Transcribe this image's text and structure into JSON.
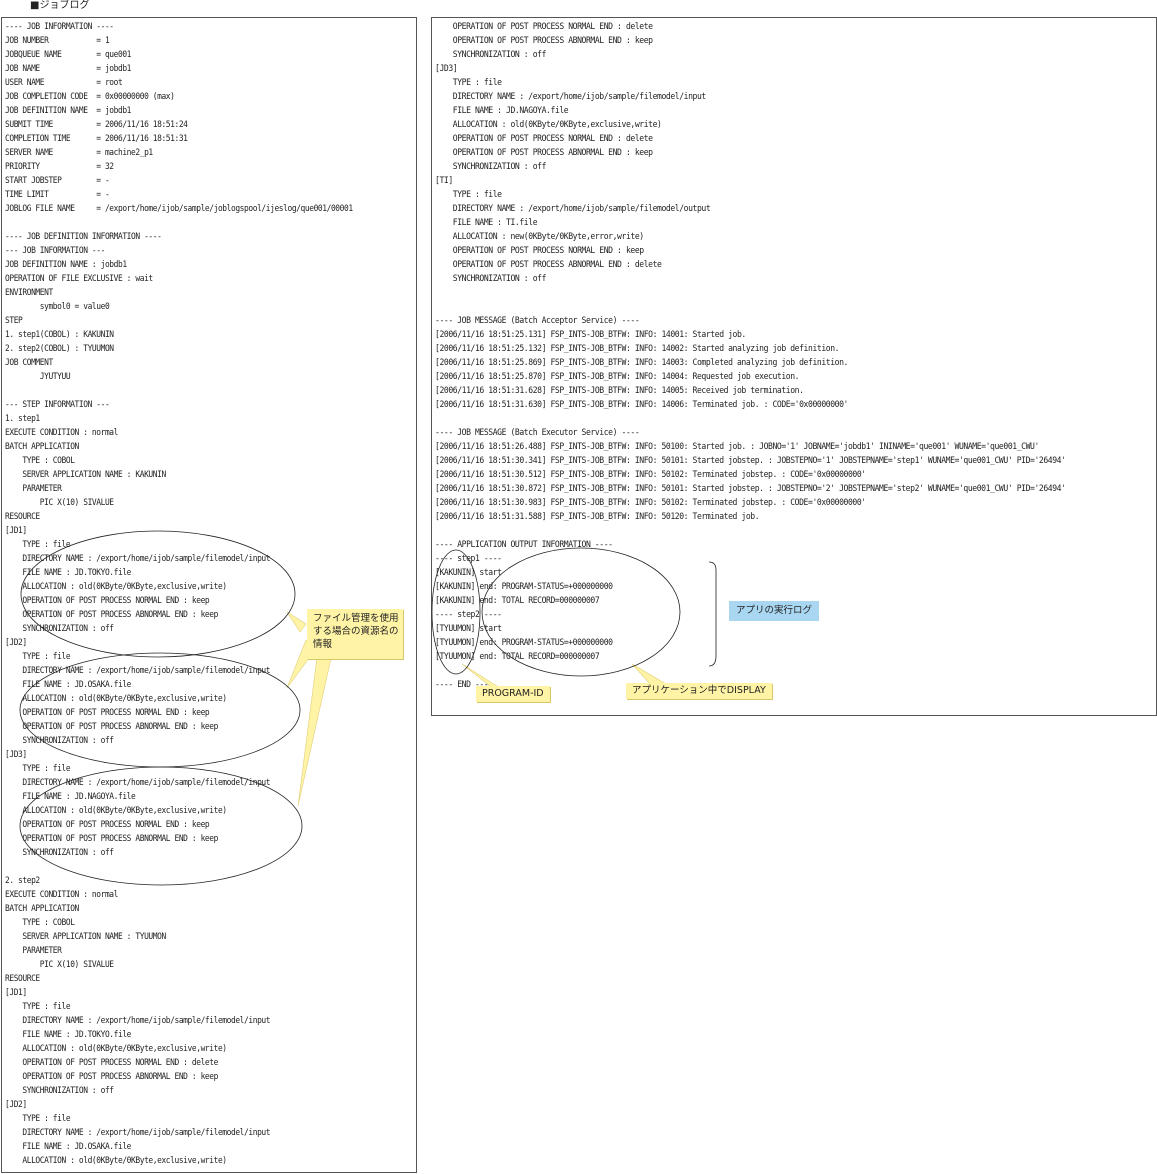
{
  "page_title": "■ジョブログ",
  "left_log": [
    "---- JOB INFORMATION ----",
    "JOB NUMBER           = 1",
    "JOBQUEUE NAME        = que001",
    "JOB NAME             = jobdb1",
    "USER NAME            = root",
    "JOB COMPLETION CODE  = 0x00000000 (max)",
    "JOB DEFINITION NAME  = jobdb1",
    "SUBMIT TIME          = 2006/11/16 18:51:24",
    "COMPLETION TIME      = 2006/11/16 18:51:31",
    "SERVER NAME          = machine2_p1",
    "PRIORITY             = 32",
    "START JOBSTEP        = -",
    "TIME LIMIT           = -",
    "JOBLOG FILE NAME     = /export/home/ijob/sample/joblogspool/ijeslog/que001/00001",
    "",
    "---- JOB DEFINITION INFORMATION ----",
    "--- JOB INFORMATION ---",
    "JOB DEFINITION NAME : jobdb1",
    "OPERATION OF FILE EXCLUSIVE : wait",
    "ENVIRONMENT",
    "        symbol0 = value0",
    "STEP",
    "1. step1(COBOL) : KAKUNIN",
    "2. step2(COBOL) : TYUUMON",
    "JOB COMMENT",
    "        JYUTYUU",
    "",
    "--- STEP INFORMATION ---",
    "1. step1",
    "EXECUTE CONDITION : normal",
    "BATCH APPLICATION",
    "    TYPE : COBOL",
    "    SERVER APPLICATION NAME : KAKUNIN",
    "    PARAMETER",
    "        PIC X(10) SIVALUE",
    "RESOURCE",
    "[JD1]",
    "    TYPE : file",
    "    DIRECTORY NAME : /export/home/ijob/sample/filemodel/input",
    "    FILE NAME : JD.TOKYO.file",
    "    ALLOCATION : old(0KByte/0KByte,exclusive,write)",
    "    OPERATION OF POST PROCESS NORMAL END : keep",
    "    OPERATION OF POST PROCESS ABNORMAL END : keep",
    "    SYNCHRONIZATION : off",
    "[JD2]",
    "    TYPE : file",
    "    DIRECTORY NAME : /export/home/ijob/sample/filemodel/input",
    "    FILE NAME : JD.OSAKA.file",
    "    ALLOCATION : old(0KByte/0KByte,exclusive,write)",
    "    OPERATION OF POST PROCESS NORMAL END : keep",
    "    OPERATION OF POST PROCESS ABNORMAL END : keep",
    "    SYNCHRONIZATION : off",
    "[JD3]",
    "    TYPE : file",
    "    DIRECTORY NAME : /export/home/ijob/sample/filemodel/input",
    "    FILE NAME : JD.NAGOYA.file",
    "    ALLOCATION : old(0KByte/0KByte,exclusive,write)",
    "    OPERATION OF POST PROCESS NORMAL END : keep",
    "    OPERATION OF POST PROCESS ABNORMAL END : keep",
    "    SYNCHRONIZATION : off",
    "",
    "2. step2",
    "EXECUTE CONDITION : normal",
    "BATCH APPLICATION",
    "    TYPE : COBOL",
    "    SERVER APPLICATION NAME : TYUUMON",
    "    PARAMETER",
    "        PIC X(10) SIVALUE",
    "RESOURCE",
    "[JD1]",
    "    TYPE : file",
    "    DIRECTORY NAME : /export/home/ijob/sample/filemodel/input",
    "    FILE NAME : JD.TOKYO.file",
    "    ALLOCATION : old(0KByte/0KByte,exclusive,write)",
    "    OPERATION OF POST PROCESS NORMAL END : delete",
    "    OPERATION OF POST PROCESS ABNORMAL END : keep",
    "    SYNCHRONIZATION : off",
    "[JD2]",
    "    TYPE : file",
    "    DIRECTORY NAME : /export/home/ijob/sample/filemodel/input",
    "    FILE NAME : JD.OSAKA.file",
    "    ALLOCATION : old(0KByte/0KByte,exclusive,write)"
  ],
  "right_log": [
    "    OPERATION OF POST PROCESS NORMAL END : delete",
    "    OPERATION OF POST PROCESS ABNORMAL END : keep",
    "    SYNCHRONIZATION : off",
    "[JD3]",
    "    TYPE : file",
    "    DIRECTORY NAME : /export/home/ijob/sample/filemodel/input",
    "    FILE NAME : JD.NAGOYA.file",
    "    ALLOCATION : old(0KByte/0KByte,exclusive,write)",
    "    OPERATION OF POST PROCESS NORMAL END : delete",
    "    OPERATION OF POST PROCESS ABNORMAL END : keep",
    "    SYNCHRONIZATION : off",
    "[TI]",
    "    TYPE : file",
    "    DIRECTORY NAME : /export/home/ijob/sample/filemodel/output",
    "    FILE NAME : TI.file",
    "    ALLOCATION : new(0KByte/0KByte,error,write)",
    "    OPERATION OF POST PROCESS NORMAL END : keep",
    "    OPERATION OF POST PROCESS ABNORMAL END : delete",
    "    SYNCHRONIZATION : off",
    "",
    "",
    "---- JOB MESSAGE (Batch Acceptor Service) ----",
    "[2006/11/16 18:51:25.131] FSP_INTS-JOB_BTFW: INFO: 14001: Started job.",
    "[2006/11/16 18:51:25.132] FSP_INTS-JOB_BTFW: INFO: 14002: Started analyzing job definition.",
    "[2006/11/16 18:51:25.869] FSP_INTS-JOB_BTFW: INFO: 14003: Completed analyzing job definition.",
    "[2006/11/16 18:51:25.870] FSP_INTS-JOB_BTFW: INFO: 14004: Requested job execution.",
    "[2006/11/16 18:51:31.628] FSP_INTS-JOB_BTFW: INFO: 14005: Received job termination.",
    "[2006/11/16 18:51:31.630] FSP_INTS-JOB_BTFW: INFO: 14006: Terminated job. : CODE='0x00000000'",
    "",
    "---- JOB MESSAGE (Batch Executor Service) ----",
    "[2006/11/16 18:51:26.488] FSP_INTS-JOB_BTFW: INFO: 50100: Started job. : JOBNO='1' JOBNAME='jobdb1' ININAME='que001' WUNAME='que001_CWU'",
    "[2006/11/16 18:51:30.341] FSP_INTS-JOB_BTFW: INFO: 50101: Started jobstep. : JOBSTEPNO='1' JOBSTEPNAME='step1' WUNAME='que001_CWU' PID='26494'",
    "[2006/11/16 18:51:30.512] FSP_INTS-JOB_BTFW: INFO: 50102: Terminated jobstep. : CODE='0x00000000'",
    "[2006/11/16 18:51:30.872] FSP_INTS-JOB_BTFW: INFO: 50101: Started jobstep. : JOBSTEPNO='2' JOBSTEPNAME='step2' WUNAME='que001_CWU' PID='26494'",
    "[2006/11/16 18:51:30.983] FSP_INTS-JOB_BTFW: INFO: 50102: Terminated jobstep. : CODE='0x00000000'",
    "[2006/11/16 18:51:31.588] FSP_INTS-JOB_BTFW: INFO: 50120: Terminated job.",
    "",
    "---- APPLICATION OUTPUT INFORMATION ----",
    "---- step1 ----",
    "[KAKUNIN] start",
    "[KAKUNIN] end: PROGRAM-STATUS=+000000000",
    "[KAKUNIN] end: TOTAL RECORD=000000007",
    "---- step2 ----",
    "[TYUUMON] start",
    "[TYUUMON] end: PROGRAM-STATUS=+000000000",
    "[TYUUMON] end: TOTAL RECORD=000000007",
    "",
    "---- END ----"
  ],
  "annotations": {
    "file_resource_note": "ファイル管理を使用する場合の資源名の情報",
    "program_id_label": "PROGRAM-ID",
    "display_label": "アプリケーション中でDISPLAY",
    "app_log_label": "アプリの実行ログ"
  },
  "colors": {
    "note_yellow": "#fff3a6",
    "label_blue": "#a9d7f2"
  }
}
